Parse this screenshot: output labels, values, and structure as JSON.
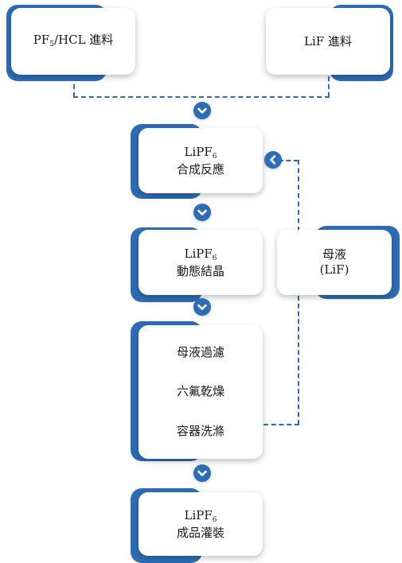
{
  "feeds": {
    "pf5_hcl": {
      "prefix": "PF",
      "sub": "5",
      "suffix": "/HCL 進料"
    },
    "lif": {
      "label": "LiF 進料"
    }
  },
  "steps": {
    "synthesis": {
      "compound": "LiPF",
      "sub": "6",
      "label": "合成反應"
    },
    "crystallization": {
      "compound": "LiPF",
      "sub": "6",
      "label": "動態結晶"
    },
    "processing": {
      "items": [
        "母液過濾",
        "六氟乾燥",
        "容器洗滌"
      ]
    },
    "packaging": {
      "compound": "LiPF",
      "sub": "6",
      "label": "成品灌裝"
    }
  },
  "recycle": {
    "line1": "母液",
    "line2": "(LiF)"
  },
  "icons": {
    "flow_arrow": "chevron-down-icon",
    "return_arrow": "chevron-left-icon"
  },
  "colors": {
    "accent": "#2d6db5",
    "card": "#ffffff"
  }
}
